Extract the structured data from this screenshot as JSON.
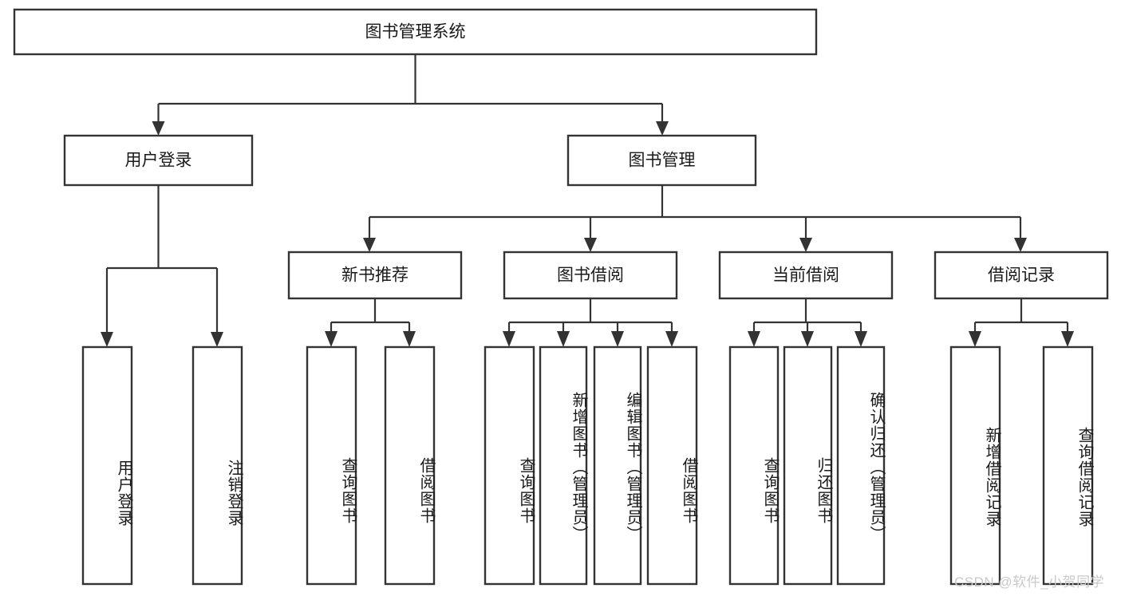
{
  "diagram": {
    "title": "图书管理系统",
    "type": "tree-hierarchy-chart",
    "root": {
      "id": "root",
      "label": "图书管理系统",
      "orientation": "horizontal"
    },
    "level2": [
      {
        "id": "user-login",
        "label": "用户登录",
        "orientation": "horizontal"
      },
      {
        "id": "book-manage",
        "label": "图书管理",
        "orientation": "horizontal"
      }
    ],
    "level3": [
      {
        "id": "new-book-recommend",
        "label": "新书推荐",
        "orientation": "horizontal",
        "parent": "book-manage"
      },
      {
        "id": "book-borrow",
        "label": "图书借阅",
        "orientation": "horizontal",
        "parent": "book-manage"
      },
      {
        "id": "current-borrow",
        "label": "当前借阅",
        "orientation": "horizontal",
        "parent": "book-manage"
      },
      {
        "id": "borrow-record",
        "label": "借阅记录",
        "orientation": "horizontal",
        "parent": "book-manage"
      }
    ],
    "leaves": [
      {
        "id": "leaf-user-login",
        "label": "用户登录",
        "orientation": "vertical",
        "parent": "user-login"
      },
      {
        "id": "leaf-logout-login",
        "label": "注销登录",
        "orientation": "vertical",
        "parent": "user-login"
      },
      {
        "id": "leaf-query-book-1",
        "label": "查询图书",
        "orientation": "vertical",
        "parent": "new-book-recommend"
      },
      {
        "id": "leaf-borrow-book-1",
        "label": "借阅图书",
        "orientation": "vertical",
        "parent": "new-book-recommend"
      },
      {
        "id": "leaf-query-book-2",
        "label": "查询图书",
        "orientation": "vertical",
        "parent": "book-borrow"
      },
      {
        "id": "leaf-add-book",
        "label": "新增图书（管理员）",
        "orientation": "vertical",
        "parent": "book-borrow"
      },
      {
        "id": "leaf-edit-book",
        "label": "编辑图书（管理员）",
        "orientation": "vertical",
        "parent": "book-borrow"
      },
      {
        "id": "leaf-borrow-book-2",
        "label": "借阅图书",
        "orientation": "vertical",
        "parent": "book-borrow"
      },
      {
        "id": "leaf-query-book-3",
        "label": "查询图书",
        "orientation": "vertical",
        "parent": "current-borrow"
      },
      {
        "id": "leaf-return-book",
        "label": "归还图书",
        "orientation": "vertical",
        "parent": "current-borrow"
      },
      {
        "id": "leaf-confirm-return",
        "label": "确认归还（管理员）",
        "orientation": "vertical",
        "parent": "current-borrow"
      },
      {
        "id": "leaf-add-record",
        "label": "新增借阅记录",
        "orientation": "vertical",
        "parent": "borrow-record"
      },
      {
        "id": "leaf-query-record",
        "label": "查询借阅记录",
        "orientation": "vertical",
        "parent": "borrow-record"
      }
    ],
    "colors": {
      "box_stroke": "#333333",
      "box_fill": "#ffffff",
      "text": "#1a1a1a",
      "background": "#ffffff",
      "watermark": "#c9c9c9"
    }
  },
  "watermark": {
    "text": "CSDN @软件_小贺同学"
  }
}
